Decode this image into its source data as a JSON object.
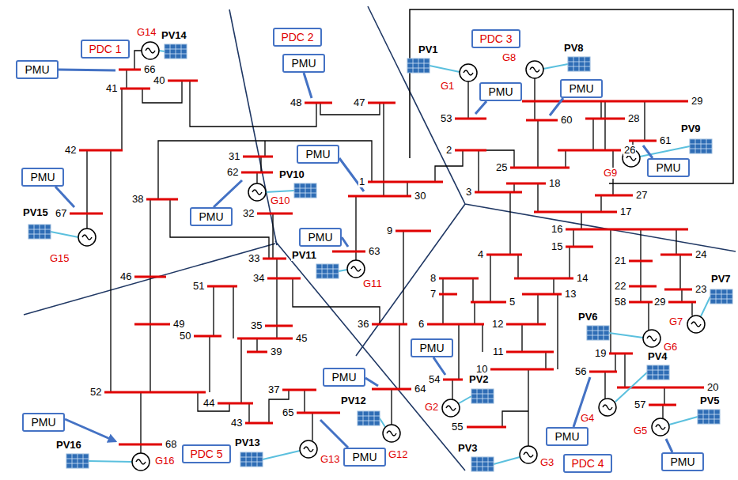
{
  "diagram": {
    "nodes": [
      {
        "text": [
          "PDC 1"
        ]
      },
      {
        "text": [
          "PMU"
        ]
      },
      {
        "text": [
          "PDC 2"
        ]
      },
      {
        "text": [
          "PMU"
        ]
      },
      {
        "text": [
          "PDC 3"
        ]
      },
      {
        "text": [
          "PMU"
        ]
      },
      {
        "text": [
          "PMU"
        ]
      },
      {
        "text": [
          "PMU"
        ]
      },
      {
        "text": [
          "PMU"
        ]
      },
      {
        "text": [
          "PMU"
        ]
      },
      {
        "text": [
          "PMU"
        ]
      },
      {
        "text": [
          "PMU"
        ]
      },
      {
        "text": [
          "PMU"
        ]
      },
      {
        "text": [
          "PMU"
        ]
      },
      {
        "text": [
          "PMU"
        ]
      },
      {
        "text": [
          "PMU"
        ]
      },
      {
        "text": [
          "PDC 5"
        ]
      },
      {
        "text": [
          "PMU"
        ]
      },
      {
        "text": [
          "PDC 4"
        ]
      },
      {
        "text": [
          "PMU"
        ]
      }
    ],
    "labels": [
      "PV14",
      "G14",
      "66",
      "41",
      "40",
      "48",
      "47",
      "PV1",
      "G1",
      "53",
      "G8",
      "PV8",
      "29",
      "60",
      "28",
      "PV9",
      "61",
      "G9",
      "2",
      "26",
      "25",
      "42",
      "31",
      "62",
      "PV10",
      "1",
      "18",
      "3",
      "G10",
      "27",
      "30",
      "38",
      "PV15",
      "17",
      "67",
      "32",
      "16",
      "9",
      "15",
      "PV11",
      "63",
      "G15",
      "24",
      "4",
      "33",
      "21",
      "PV7",
      "46",
      "34",
      "8",
      "14",
      "G11",
      "51",
      "22",
      "23",
      "7",
      "13",
      "5",
      "58",
      "29",
      "PV6",
      "G7",
      "49",
      "36",
      "6",
      "12",
      "35",
      "50",
      "45",
      "G6",
      "PV4",
      "11",
      "39",
      "19",
      "10",
      "56",
      "PV2",
      "54",
      "20",
      "64",
      "37",
      "52",
      "PV12",
      "PV5",
      "G2",
      "44",
      "57",
      "65",
      "G4",
      "43",
      "G5",
      "55",
      "PV16",
      "PV13",
      "PV3",
      "68",
      "G12",
      "G13",
      "G16",
      "G3"
    ]
  }
}
